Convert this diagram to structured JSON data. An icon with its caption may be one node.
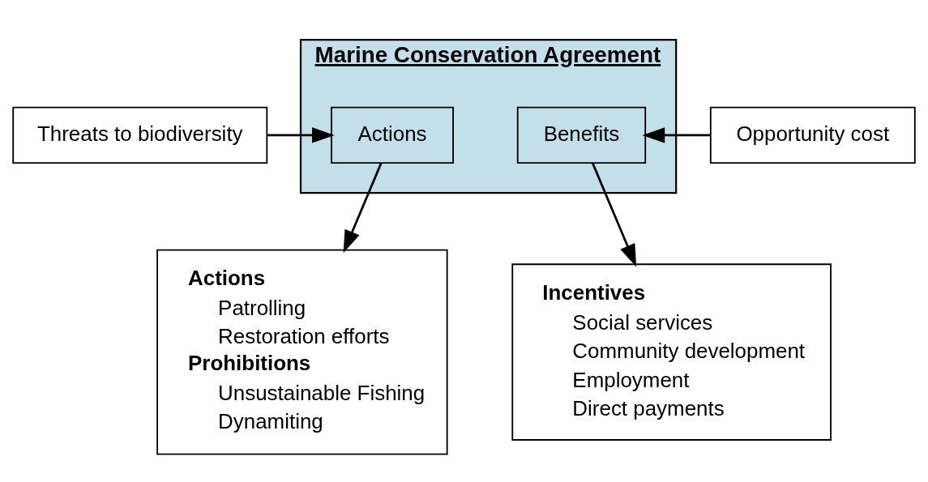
{
  "diagram": {
    "nodes": [
      {
        "text": [
          "Threats to biodiversity"
        ]
      },
      {
        "text": [
          "Marine Conservation Agreement"
        ]
      },
      {
        "text": [
          "Actions"
        ],
        "in": 1
      },
      {
        "text": [
          "Benefits"
        ],
        "in": 1
      },
      {
        "text": [
          "Opportunity cost"
        ]
      },
      {
        "text": [
          "Actions",
          "Patrolling",
          "Restoration efforts",
          "Prohibitions",
          "Unsustainable Fishing",
          "Dynamiting"
        ]
      },
      {
        "text": [
          "Incentives",
          "Social services",
          "Community development",
          "Employment",
          "Direct payments"
        ]
      }
    ],
    "edges": [
      {
        "from": 0,
        "to": 2,
        "arrow": "to"
      },
      {
        "from": 4,
        "to": 3,
        "arrow": "to"
      },
      {
        "from": 2,
        "to": 5,
        "arrow": "to"
      },
      {
        "from": 3,
        "to": 6,
        "arrow": "to"
      }
    ]
  }
}
